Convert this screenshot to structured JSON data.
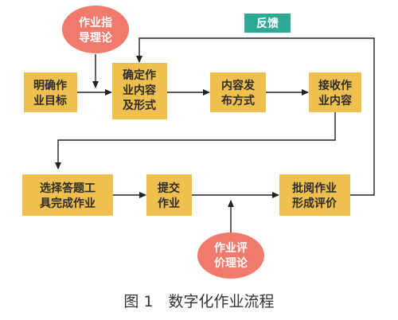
{
  "colors": {
    "box_fill": "#F0C04E",
    "oval_fill": "#F27A6C",
    "tag_fill": "#2FA896",
    "arrow": "#222222"
  },
  "boxes": {
    "goal": {
      "line1": "明确作",
      "line2": "业目标"
    },
    "design": {
      "line1": "确定作",
      "line2": "业内容",
      "line3": "及形式"
    },
    "publish": {
      "line1": "内容发",
      "line2": "布方式"
    },
    "receive": {
      "line1": "接收作",
      "line2": "业内容"
    },
    "tool": {
      "line1": "选择答题工",
      "line2": "具完成作业"
    },
    "submit": {
      "line1": "提交",
      "line2": "作业"
    },
    "review": {
      "line1": "批阅作业",
      "line2": "形成评价"
    }
  },
  "ovals": {
    "guidance_theory": {
      "line1": "作业指",
      "line2": "导理论"
    },
    "evaluation_theory": {
      "line1": "作业评",
      "line2": "价理论"
    }
  },
  "feedback_label": "反馈",
  "caption": "图 1　数字化作业流程"
}
